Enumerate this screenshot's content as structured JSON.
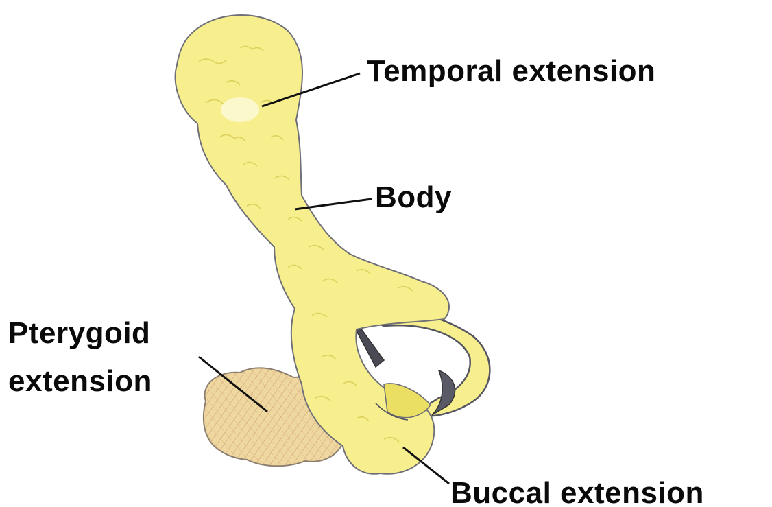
{
  "labels": {
    "temporal": "Temporal extension",
    "body": "Body",
    "pterygoid_line1": "Pterygoid",
    "pterygoid_line2": "extension",
    "buccal": "Buccal extension"
  },
  "colors": {
    "background": "#ffffff",
    "fat_pad_fill": "#f7ef8e",
    "fat_pad_shade": "#eadf63",
    "pterygoid_fill": "#eed8a0",
    "pterygoid_hatch": "#c98f6a",
    "outline": "#6f6f78",
    "leader": "#111111",
    "text": "#0a0a0a"
  }
}
